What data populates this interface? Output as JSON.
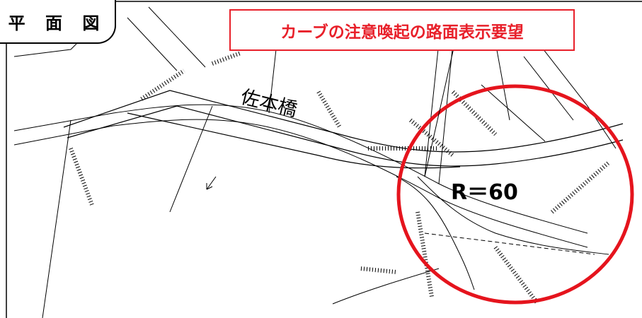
{
  "title": "平 面 図",
  "callout": "カーブの注意喚起の路面表示要望",
  "bridge_name": "佐本橋",
  "curve_radius": "R＝60",
  "colors": {
    "callout_red": "#e8202a",
    "circle_red": "#e5141d",
    "line": "#000000"
  }
}
